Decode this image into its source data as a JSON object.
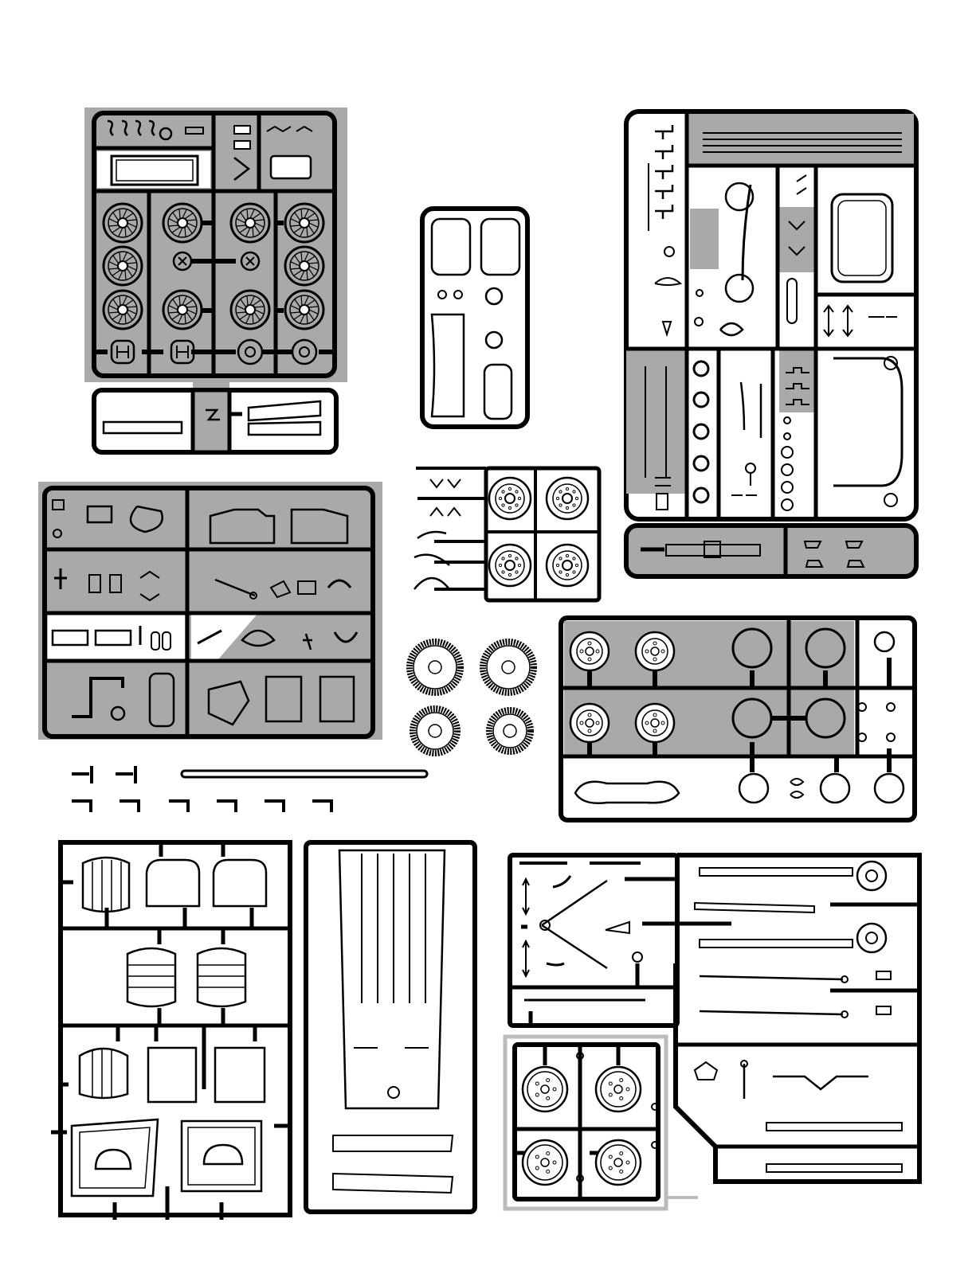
{
  "sheet": {
    "title": "",
    "background_color": "#ffffff",
    "ink_color": "#000000",
    "shade_color": "#a9a9a9",
    "highlight_outline_color": "#bbbbbb"
  },
  "sprues": [
    {
      "id": "sprue-wheels-wire",
      "content": [
        "wire-wheel",
        "wire-wheel",
        "wire-wheel",
        "wire-wheel",
        "wire-wheel",
        "hub-cap",
        "spinner",
        "spinner"
      ]
    },
    {
      "id": "sprue-windshield-panels",
      "content": [
        "windshield-frame",
        "trim-strip",
        "side-panel"
      ]
    },
    {
      "id": "sprue-body-top-right",
      "content": [
        "running-board",
        "steering-wheel",
        "seat-frame",
        "radiator-shell",
        "fender-brace"
      ]
    },
    {
      "id": "sprue-engine",
      "content": [
        "engine-block",
        "transmission",
        "pulleys",
        "fan-belt",
        "crank",
        "gear"
      ]
    },
    {
      "id": "sprue-small-wheels",
      "content": [
        "drum-brake",
        "drum-brake",
        "drum-brake",
        "drum-brake"
      ]
    },
    {
      "id": "sprue-rims",
      "content": [
        "rim",
        "rim",
        "ring",
        "ring",
        "headlight-bucket",
        "axle-beam"
      ]
    },
    {
      "id": "sprue-hood",
      "content": [
        "hood-side",
        "louvered-panel",
        "grille-shell"
      ]
    },
    {
      "id": "sprue-chassis",
      "content": [
        "frame-rails",
        "floor-pan",
        "strip"
      ]
    },
    {
      "id": "sprue-suspension",
      "content": [
        "radius-rod",
        "tie-rod",
        "spring",
        "axle"
      ]
    },
    {
      "id": "sprue-disc-wheels",
      "content": [
        "disc-wheel",
        "disc-wheel",
        "disc-wheel",
        "disc-wheel"
      ]
    }
  ],
  "loose_parts": [
    "tire",
    "tire",
    "tire",
    "tire",
    "rod",
    "clip",
    "clip",
    "clip",
    "clip",
    "clip",
    "clip"
  ]
}
